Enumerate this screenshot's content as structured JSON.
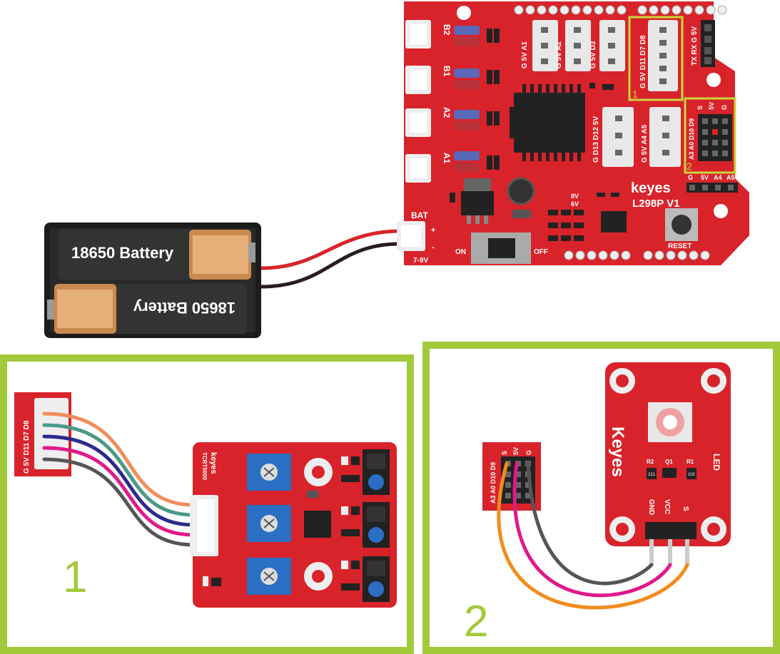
{
  "battery_pack": {
    "cell_top_label": "18650  Battery",
    "cell_bottom_label": "18650  Battery"
  },
  "motor_shield": {
    "brand": "keyes",
    "model": "L298P V1",
    "motor_ports": [
      "B2",
      "B1",
      "A2",
      "A1"
    ],
    "power_port": "BAT",
    "power_range": "7-9V",
    "plus_sign": "+",
    "minus_sign": "-",
    "switch_on": "ON",
    "switch_off": "OFF",
    "reset_label": "RESET",
    "jumper_8v": "8V",
    "jumper_6v": "6V",
    "header_a1": "G 5V A1",
    "header_a2": "G 5V A2",
    "header_d3": "G 5V D3",
    "header_d13": "G D13 D12 5V",
    "header_a4": "G 5V A4 A5",
    "header_line_tracking": "G 5V D11 D7 D8",
    "header_serial": "TX RX G 5V",
    "header_matrix_left": "A3 A0 D10 D9",
    "header_matrix_top": [
      "S",
      "5V",
      "G"
    ],
    "header_bottom": [
      "G",
      "5V",
      "A4",
      "A5"
    ],
    "highlight_1": "1",
    "highlight_2": "2"
  },
  "panel_1": {
    "number": "1",
    "connector_label": "G 5V D11 D7 D8",
    "module_brand": "keyes",
    "module_sensor": "TCRT5000",
    "wire_colors": [
      "#f28c5c",
      "#4a9a86",
      "#2b2a8c",
      "#e0198c",
      "#555555"
    ]
  },
  "panel_2": {
    "number": "2",
    "header_left": "A3 A0 D10 D9",
    "header_top": [
      "S",
      "5V",
      "G"
    ],
    "module_brand": "Keyes",
    "module_name": "LED",
    "pin_labels": [
      "GND",
      "VCC",
      "S"
    ],
    "components": [
      "R2",
      "Q1",
      "R1"
    ],
    "component_values": [
      "221",
      "102"
    ],
    "wire_colors": [
      "#555555",
      "#e0198c",
      "#f28c1e"
    ]
  },
  "colors": {
    "board_red": "#d8232a",
    "frame_green": "#a2c93a",
    "highlight_yellow": "#c9d63a"
  }
}
